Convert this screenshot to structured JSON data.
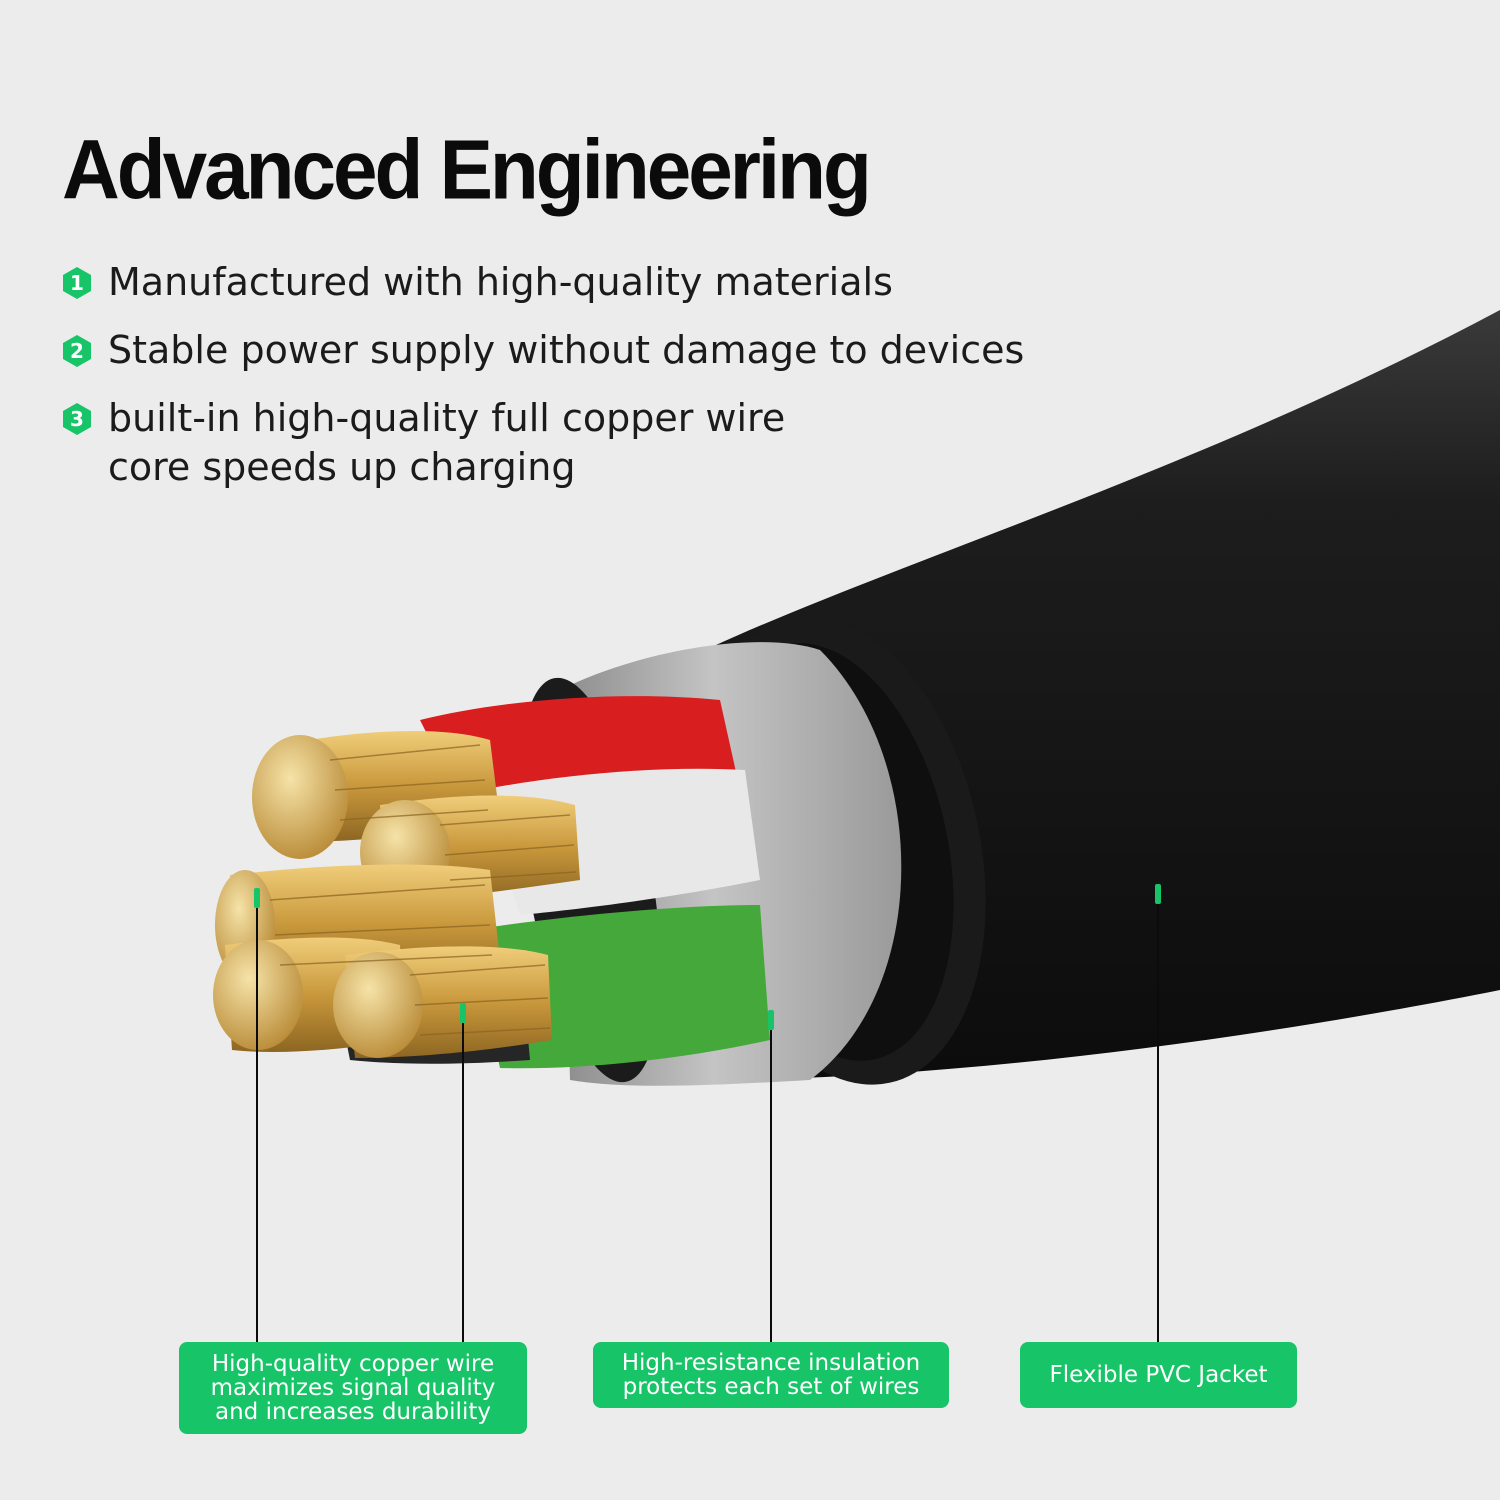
{
  "header": {
    "title": "Advanced Engineering"
  },
  "features": [
    {
      "number": "1",
      "lines": [
        "Manufactured with high-quality materials"
      ]
    },
    {
      "number": "2",
      "lines": [
        "Stable power supply without damage to devices"
      ]
    },
    {
      "number": "3",
      "lines": [
        "built-in high-quality full copper wire",
        "core speeds up charging"
      ]
    }
  ],
  "callouts": [
    {
      "lines": [
        "High-quality copper wire",
        "maximizes signal quality",
        "and increases durability"
      ]
    },
    {
      "lines": [
        "High-resistance insulation",
        "protects each set of wires"
      ]
    },
    {
      "lines": [
        "Flexible PVC Jacket"
      ]
    }
  ],
  "colors": {
    "accent": "#17c468",
    "background": "#ececec",
    "jacket": "#141414",
    "shield": "#a9a9a9",
    "copper": "#d4a84a",
    "wire_red": "#d81e1e",
    "wire_white": "#ededed",
    "wire_green": "#44a83a"
  },
  "icons": [
    "numbered-hexagon-icon"
  ]
}
